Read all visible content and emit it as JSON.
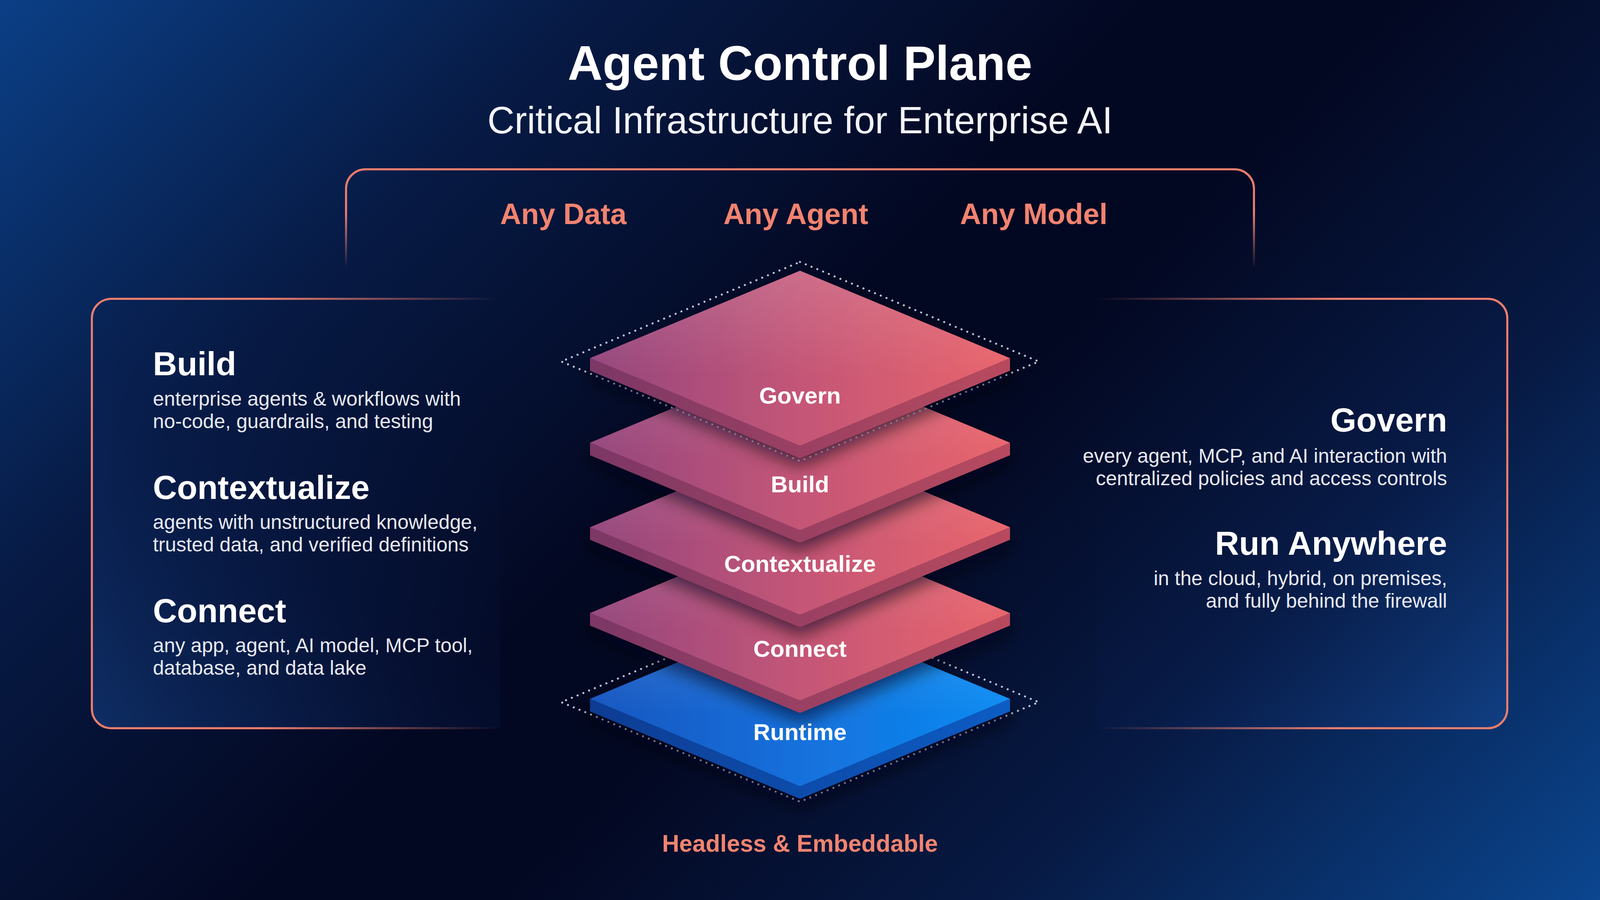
{
  "diagram": {
    "title": "Agent Control Plane",
    "nodes": [
      {
        "text": [
          "Any Data",
          "Any Agent",
          "Any Model"
        ]
      },
      {
        "text": [
          "Build",
          "enterprise agents & workflows with no-code, guardrails, and testing",
          "Contextualize",
          "agents with unstructured knowledge, trusted data, and verified definitions",
          "Connect",
          "any app, agent, AI model, MCP tool, database, and data lake"
        ]
      },
      {
        "text": [
          "Govern"
        ]
      },
      {
        "text": [
          "Build"
        ]
      },
      {
        "text": [
          "Contextualize"
        ]
      },
      {
        "text": [
          "Connect"
        ]
      },
      {
        "text": [
          "Runtime"
        ]
      },
      {
        "text": [
          "Govern",
          "every agent, MCP, and AI interaction with centralized policies and access controls",
          "Run Anywhere",
          "in the cloud, hybrid, on premises, and fully behind the firewall"
        ]
      }
    ],
    "labels": [
      "Critical Infrastructure for Enterprise AI",
      "Headless & Embeddable"
    ]
  }
}
